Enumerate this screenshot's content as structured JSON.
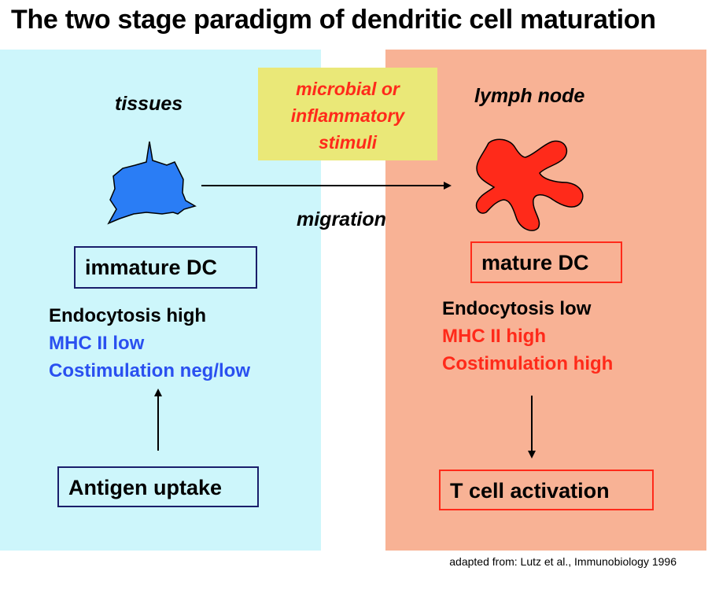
{
  "title": "The two stage paradigm of dendritic cell maturation",
  "stimuli": {
    "line1": "microbial or",
    "line2": "inflammatory",
    "line3": "stimuli"
  },
  "left": {
    "location": "tissues",
    "cell_label": "immature DC",
    "props": [
      "Endocytosis high",
      "MHC II low",
      "Costimulation neg/low"
    ],
    "bottom_box": "Antigen uptake"
  },
  "right": {
    "location": "lymph node",
    "cell_label": "mature DC",
    "props": [
      "Endocytosis low",
      "MHC II high",
      "Costimulation high"
    ],
    "bottom_box": "T cell activation"
  },
  "migration_label": "migration",
  "source": "adapted from: Lutz et al., Immunobiology 1996",
  "colors": {
    "left_panel": "#cdf6fb",
    "right_panel": "#f8b295",
    "stimuli_box": "#eae878",
    "immature_cell": "#2a7df5",
    "mature_cell": "#ff2a1a",
    "blue_text": "#2a50f0",
    "red_text": "#ff2a1a"
  }
}
